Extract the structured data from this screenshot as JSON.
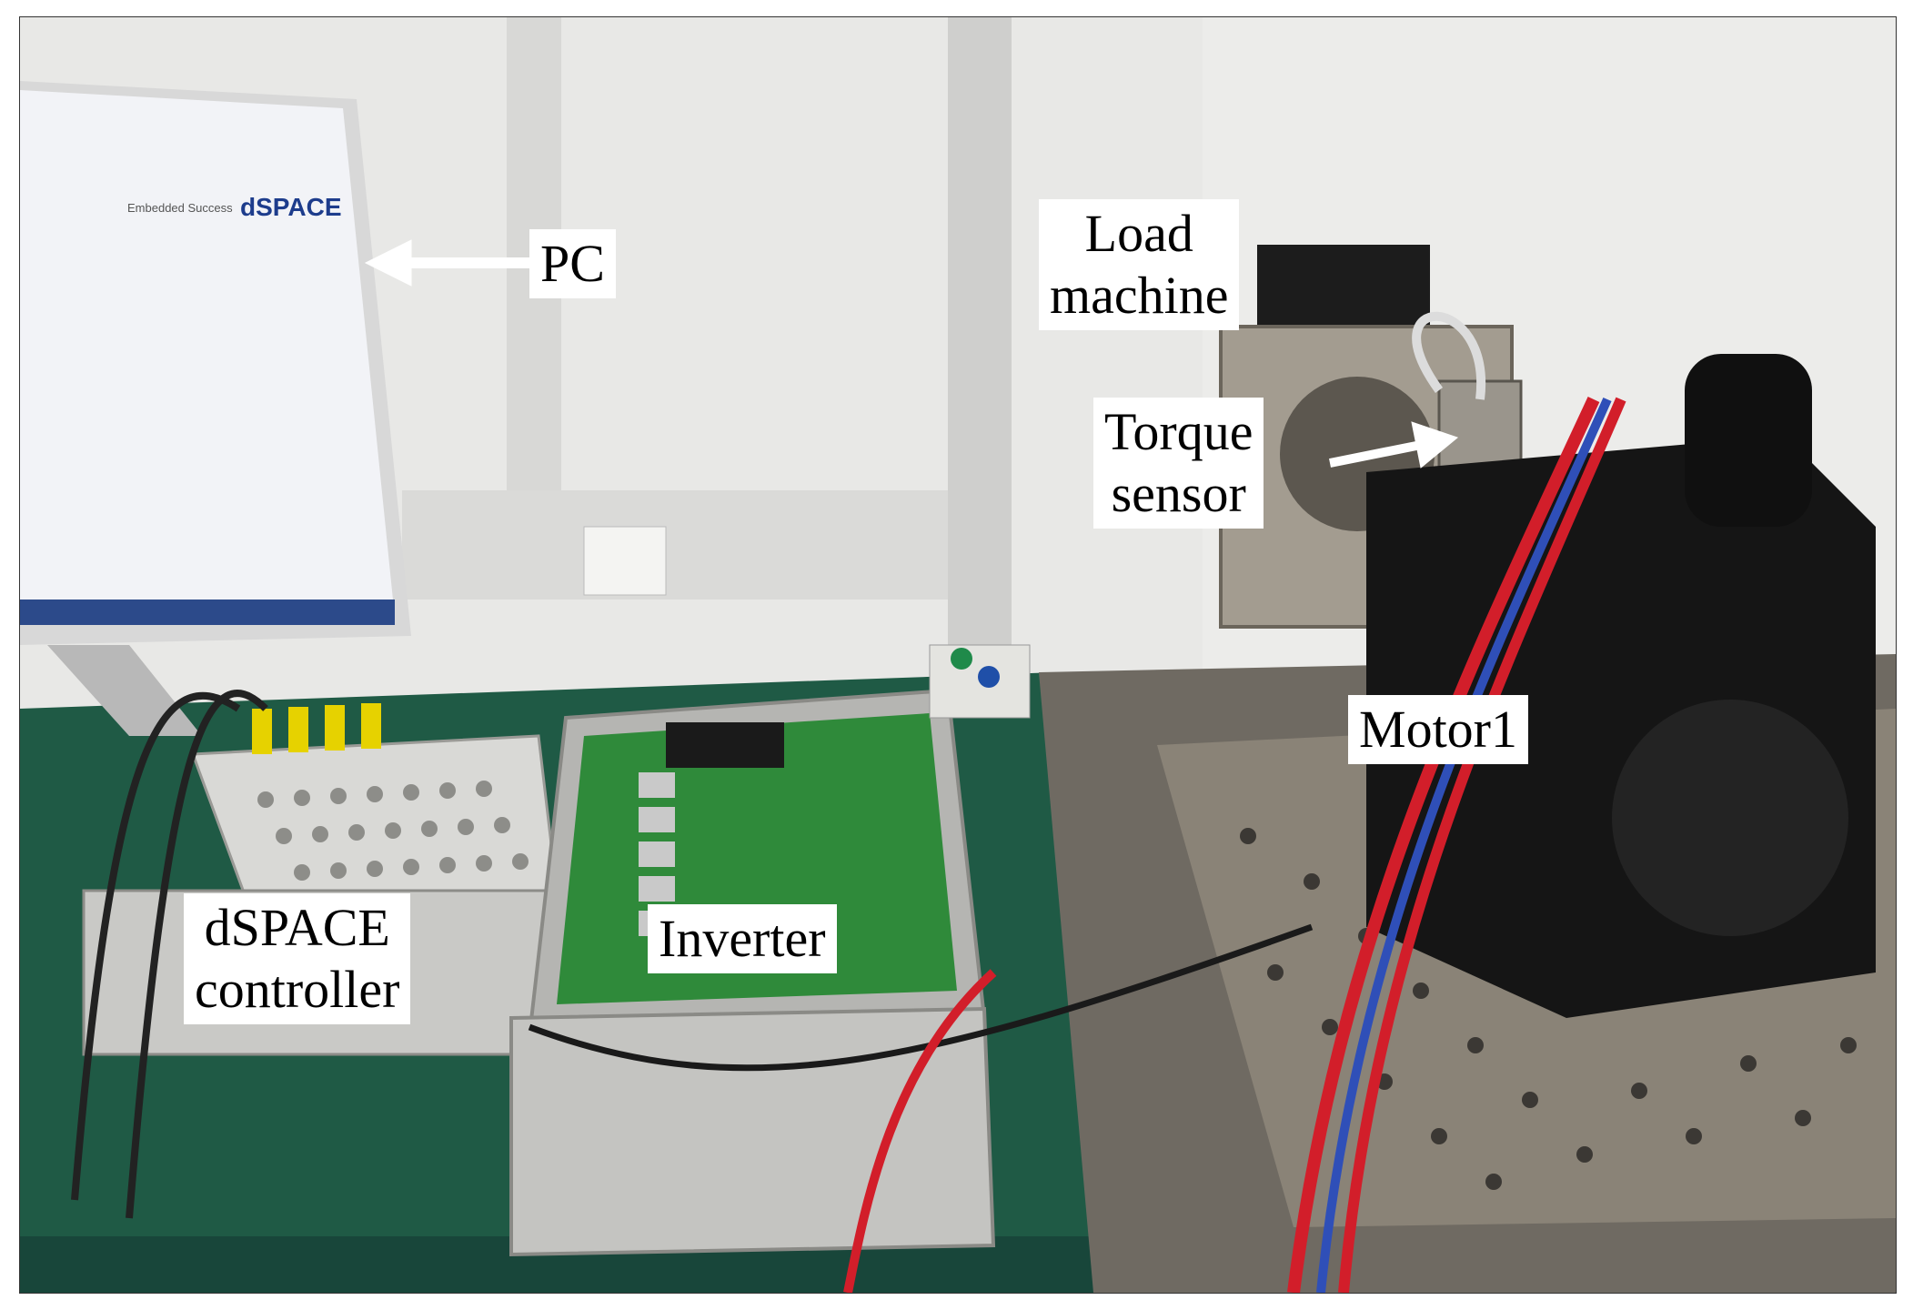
{
  "labels": {
    "pc": "PC",
    "load_machine": [
      "Load",
      "machine"
    ],
    "torque_sensor": [
      "Torque",
      "sensor"
    ],
    "motor": "Motor1",
    "dspace_controller": [
      "dSPACE",
      "controller"
    ],
    "inverter": "Inverter"
  },
  "monitor_screen": {
    "brand": "dSPACE",
    "tagline": "Embedded Success"
  },
  "colors": {
    "label_background": "#ffffff",
    "label_text": "#000000",
    "arrow": "#ffffff",
    "wall": "#e6e6e4",
    "bench": "#1f5a45",
    "pcb": "#2f8a3a",
    "cable_red": "#d21e2a",
    "cable_blue": "#2f4fb8",
    "motor": "#151515"
  }
}
